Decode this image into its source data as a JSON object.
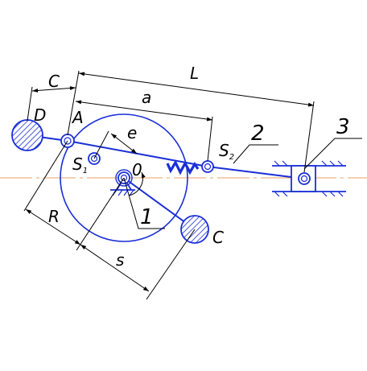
{
  "labels": {
    "C_top": "C",
    "L": "L",
    "a": "a",
    "D": "D",
    "A": "A",
    "e": "e",
    "S_left": "S",
    "S_left_sub": "1",
    "O": "0",
    "S_right": "S",
    "S_right_sub": "2",
    "n2": "2",
    "n3": "3",
    "n1": "1",
    "R": "R",
    "s": "s",
    "C_bottom": "C"
  },
  "colors": {
    "mechanism": "#1a2fd6",
    "counterweight_fill": "#1a2fd6",
    "centerline": "#e8a060",
    "dimension": "#000000"
  },
  "icons": {
    "fixed-pivot": "hatched-ground-support-icon",
    "spring": "zigzag-spring-icon",
    "slider-guide": "hatched-guide-rails-icon"
  }
}
